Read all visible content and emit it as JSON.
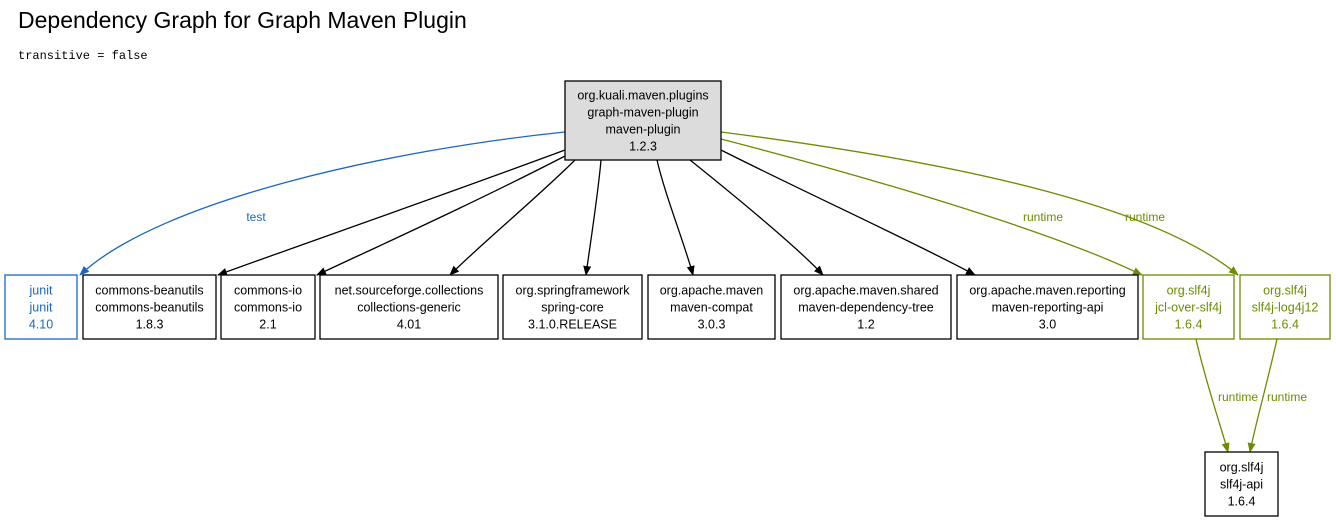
{
  "header": {
    "title": "Dependency Graph for Graph Maven Plugin",
    "subtitle": "transitive = false"
  },
  "colors": {
    "compile": "#000000",
    "test": "#1a66c0",
    "runtime": "#6b8c00",
    "root_fill": "#dcdcdc"
  },
  "nodes": [
    {
      "id": "root",
      "lines": [
        "org.kuali.maven.plugins",
        "graph-maven-plugin",
        "maven-plugin",
        "1.2.3"
      ],
      "scope": "root"
    },
    {
      "id": "junit",
      "lines": [
        "junit",
        "junit",
        "4.10"
      ],
      "scope": "test"
    },
    {
      "id": "beanutils",
      "lines": [
        "commons-beanutils",
        "commons-beanutils",
        "1.8.3"
      ],
      "scope": "compile"
    },
    {
      "id": "commonsio",
      "lines": [
        "commons-io",
        "commons-io",
        "2.1"
      ],
      "scope": "compile"
    },
    {
      "id": "collections",
      "lines": [
        "net.sourceforge.collections",
        "collections-generic",
        "4.01"
      ],
      "scope": "compile"
    },
    {
      "id": "spring",
      "lines": [
        "org.springframework",
        "spring-core",
        "3.1.0.RELEASE"
      ],
      "scope": "compile"
    },
    {
      "id": "mavencompat",
      "lines": [
        "org.apache.maven",
        "maven-compat",
        "3.0.3"
      ],
      "scope": "compile"
    },
    {
      "id": "deptree",
      "lines": [
        "org.apache.maven.shared",
        "maven-dependency-tree",
        "1.2"
      ],
      "scope": "compile"
    },
    {
      "id": "reporting",
      "lines": [
        "org.apache.maven.reporting",
        "maven-reporting-api",
        "3.0"
      ],
      "scope": "compile"
    },
    {
      "id": "jcl",
      "lines": [
        "org.slf4j",
        "jcl-over-slf4j",
        "1.6.4"
      ],
      "scope": "runtime"
    },
    {
      "id": "log4j12",
      "lines": [
        "org.slf4j",
        "slf4j-log4j12",
        "1.6.4"
      ],
      "scope": "runtime"
    },
    {
      "id": "slf4japi",
      "lines": [
        "org.slf4j",
        "slf4j-api",
        "1.6.4"
      ],
      "scope": "compile"
    }
  ],
  "edges": [
    {
      "from": "root",
      "to": "junit",
      "label": "test",
      "scope": "test"
    },
    {
      "from": "root",
      "to": "beanutils",
      "label": "",
      "scope": "compile"
    },
    {
      "from": "root",
      "to": "commonsio",
      "label": "",
      "scope": "compile"
    },
    {
      "from": "root",
      "to": "collections",
      "label": "",
      "scope": "compile"
    },
    {
      "from": "root",
      "to": "spring",
      "label": "",
      "scope": "compile"
    },
    {
      "from": "root",
      "to": "mavencompat",
      "label": "",
      "scope": "compile"
    },
    {
      "from": "root",
      "to": "deptree",
      "label": "",
      "scope": "compile"
    },
    {
      "from": "root",
      "to": "reporting",
      "label": "",
      "scope": "compile"
    },
    {
      "from": "root",
      "to": "jcl",
      "label": "runtime",
      "scope": "runtime"
    },
    {
      "from": "root",
      "to": "log4j12",
      "label": "runtime",
      "scope": "runtime"
    },
    {
      "from": "jcl",
      "to": "slf4japi",
      "label": "runtime",
      "scope": "runtime"
    },
    {
      "from": "log4j12",
      "to": "slf4japi",
      "label": "runtime",
      "scope": "runtime"
    }
  ]
}
